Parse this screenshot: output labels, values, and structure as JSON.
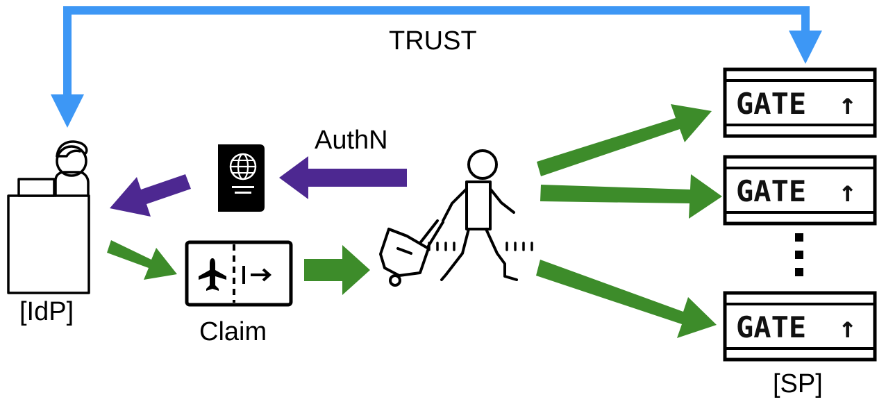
{
  "labels": {
    "trust": "TRUST",
    "authn": "AuthN",
    "claim": "Claim",
    "idp": "[IdP]",
    "sp": "[SP]"
  },
  "gates": [
    {
      "text": "GATE",
      "arrow": "↑"
    },
    {
      "text": "GATE",
      "arrow": "↑"
    },
    {
      "text": "GATE",
      "arrow": "↑"
    }
  ],
  "colors": {
    "trust": "#3d97f5",
    "authn": "#4d2891",
    "claim": "#3d8c2a",
    "stroke": "#000000"
  },
  "icons": {
    "idp": "desk-agent-icon",
    "passport": "passport-icon",
    "ticket": "boarding-pass-icon",
    "traveler": "traveler-with-luggage-icon",
    "gate": "gate-sign-icon"
  }
}
